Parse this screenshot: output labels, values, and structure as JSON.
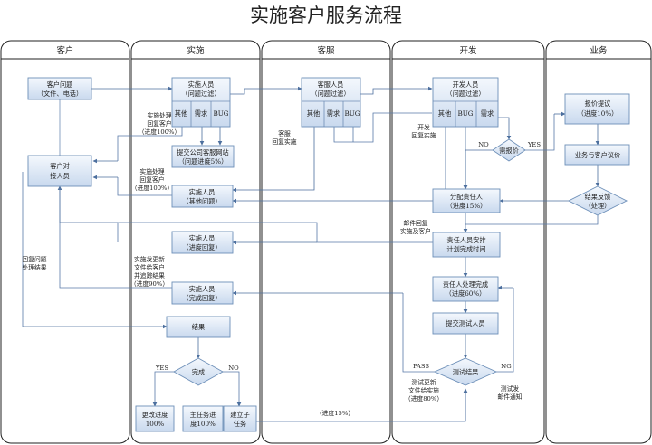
{
  "title": "实施客户服务流程",
  "lanes": [
    "客户",
    "实施",
    "客服",
    "开发",
    "业务"
  ],
  "nodes": {
    "cust_issue": [
      "客户问题",
      "（文件、电话）"
    ],
    "cust_contact": [
      "客户对",
      "接人员"
    ],
    "impl_filter": [
      "实施人员",
      "（问题过滤）"
    ],
    "impl_other": "其他",
    "impl_req": "需求",
    "impl_bug": "BUG",
    "submit_site": [
      "提交公司客服网站",
      "（问题进度5%）"
    ],
    "impl_other_issue": [
      "实施人员",
      "（其他问题）"
    ],
    "impl_progress": [
      "实施人员",
      "（进度回复）"
    ],
    "impl_done": [
      "实施人员",
      "（完成回复）"
    ],
    "result": "结果",
    "complete": "完成",
    "upd_progress": [
      "更改进度",
      "100%"
    ],
    "main_task": [
      "主任务进",
      "度100%"
    ],
    "sub_task": [
      "建立子",
      "任务"
    ],
    "cs_filter": [
      "客服人员",
      "（问题过滤）"
    ],
    "cs_other": "其他",
    "cs_req": "需求",
    "cs_bug": "BUG",
    "dev_filter": [
      "开发人员",
      "（问题过滤）"
    ],
    "dev_other": "其他",
    "dev_bug": "BUG",
    "dev_req": "需求",
    "need_quote": "需报价",
    "assign": [
      "分配责任人",
      "（进度15%）"
    ],
    "plan": [
      "责任人员安排",
      "计划完成时间"
    ],
    "handled": [
      "责任人处理完成",
      "（进度60%）"
    ],
    "submit_test": "提交测试人员",
    "test_result": "测试结果",
    "quote": [
      "报价提议",
      "（进度10%）"
    ],
    "negotiate": "业务与客户议价",
    "feedback": [
      "结果反馈",
      "（处理）"
    ]
  },
  "labels": {
    "impl_reply": [
      "实施处理",
      "回复客户",
      "（进度100%）"
    ],
    "impl_reply2": [
      "实施处理",
      "回复客户",
      "（进度100%）"
    ],
    "cs_reply": [
      "客服",
      "回复实施"
    ],
    "dev_reply": [
      "开发",
      "回复实施"
    ],
    "reply_result": [
      "回复问题",
      "处理结果"
    ],
    "mail_reply": [
      "邮件回复",
      "实施及客户"
    ],
    "send_doc": [
      "实施发更新",
      "文件给客户",
      "并追踪结果",
      "（进度90%）"
    ],
    "test_update": [
      "测试更新",
      "文件给实施",
      "（进度80%）"
    ],
    "test_mail": [
      "测试发",
      "邮件通知"
    ],
    "progress15": "（进度15%）",
    "no": "NO",
    "yes": "YES",
    "yes2": "YES",
    "no2": "NO",
    "pass": "PASS",
    "ng": "NG"
  }
}
